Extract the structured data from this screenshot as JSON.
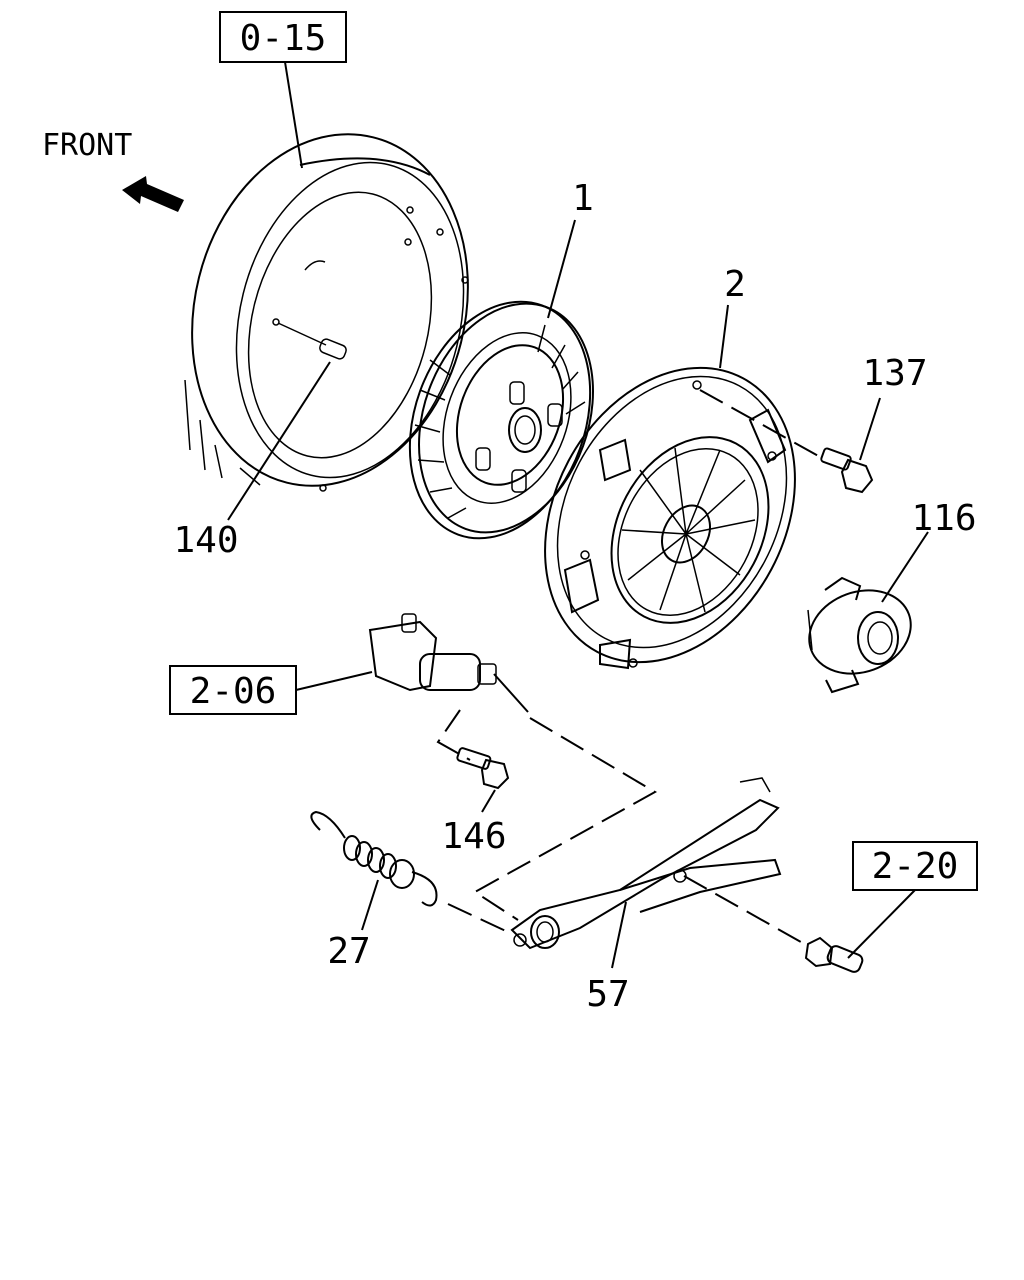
{
  "orientation": {
    "front_label": "FRONT"
  },
  "callouts": {
    "ref_0_15": "0-15",
    "ref_2_06": "2-06",
    "ref_2_20": "2-20",
    "part_1": "1",
    "part_2": "2",
    "part_137": "137",
    "part_116": "116",
    "part_140": "140",
    "part_146": "146",
    "part_27": "27",
    "part_57": "57"
  },
  "colors": {
    "line": "#000000",
    "background": "#ffffff"
  }
}
